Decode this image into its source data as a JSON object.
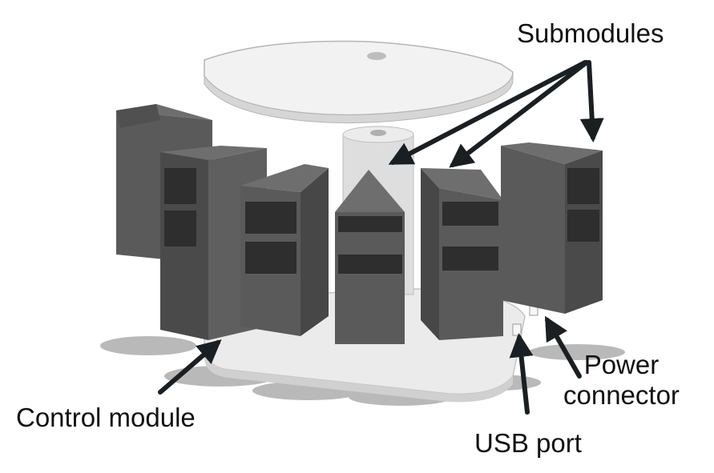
{
  "labels": {
    "submodules": "Submodules",
    "control_module": "Control module",
    "power_line1": "Power",
    "power_line2": "connector",
    "usb_port": "USB port"
  },
  "colors": {
    "module_front": "#5c5c5c",
    "module_side": "#484848",
    "module_top": "#6b6b6b",
    "base_light": "#ececec",
    "base_side": "#d9d9d9",
    "disk": "#efefef",
    "arrow": "#1a1f24",
    "shadow": "#7a7a7a"
  }
}
